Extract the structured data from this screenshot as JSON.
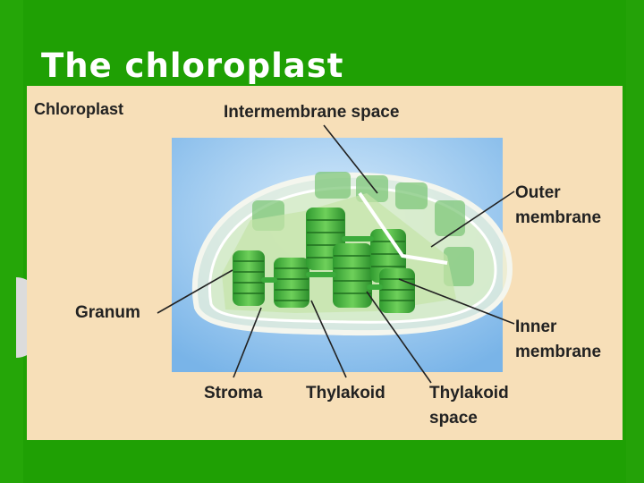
{
  "slide": {
    "title": "The chloroplast"
  },
  "diagram": {
    "title": "Chloroplast",
    "labels": {
      "intermembrane_space": "Intermembrane space",
      "outer_membrane_1": "Outer",
      "outer_membrane_2": "membrane",
      "granum": "Granum",
      "inner_membrane_1": "Inner",
      "inner_membrane_2": "membrane",
      "stroma": "Stroma",
      "thylakoid": "Thylakoid",
      "thylakoid_space_1": "Thylakoid",
      "thylakoid_space_2": "space"
    }
  },
  "colors": {
    "slide_bg": "#1fa004",
    "figure_bg": "#f7dfb8",
    "panel_blue": "#8ec3ee",
    "thylakoid_green": "#3cab3c",
    "leader_line": "#222222"
  }
}
